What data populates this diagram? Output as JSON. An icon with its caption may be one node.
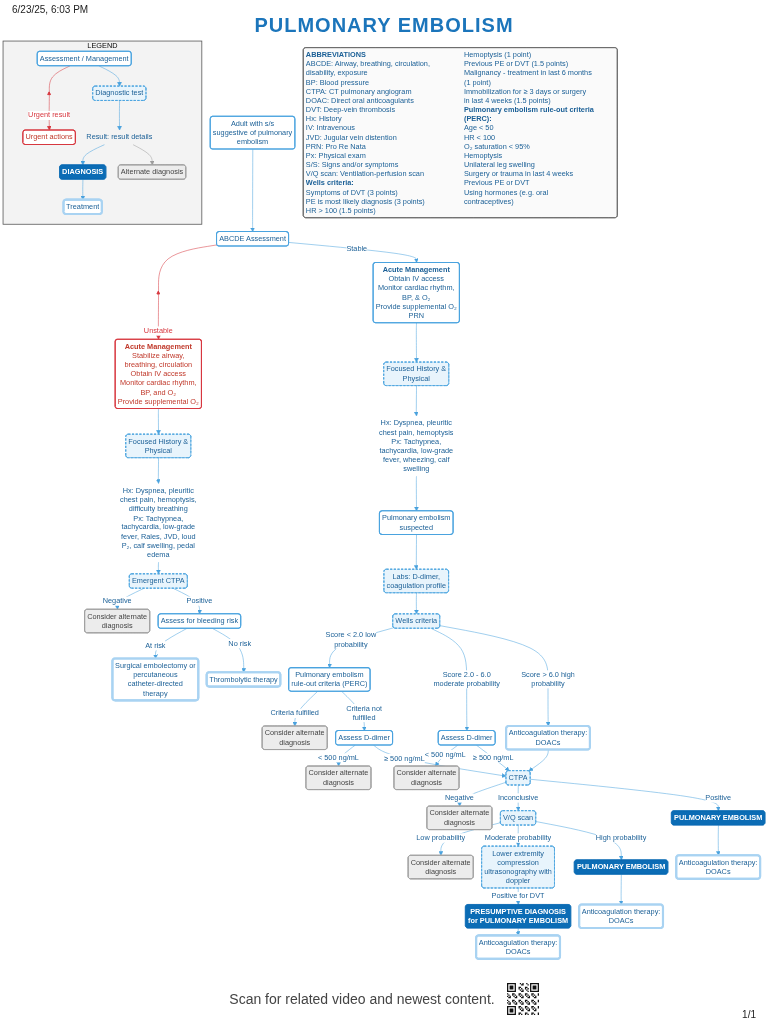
{
  "diagram": {
    "title": "PULMONARY EMBOLISM",
    "nodes": [
      {
        "text": [
          "LEGEND"
        ]
      },
      {
        "text": [
          "Assessment / Management"
        ],
        "in": 0
      },
      {
        "text": [],
        "shape": "triangle",
        "in": 0
      },
      {
        "text": [
          "Urgent actions"
        ],
        "in": 0
      },
      {
        "text": [
          "Diagnostic test"
        ],
        "in": 0
      },
      {
        "text": [
          "Result: result details"
        ],
        "in": 0
      },
      {
        "text": [
          "DIAGNOSIS"
        ],
        "in": 0
      },
      {
        "text": [
          "Alternate diagnosis"
        ],
        "in": 0
      },
      {
        "text": [
          "Treatment"
        ],
        "in": 0
      },
      {
        "text": [
          "Adult with s/s suggestive of pulmonary embolism"
        ]
      },
      {
        "text": [
          "ABCDE Assessment"
        ]
      },
      {
        "text": [],
        "shape": "triangle"
      },
      {
        "text": [
          "Acute Management",
          "Stabilize airway, breathing, circulation",
          "Obtain IV access",
          "Monitor cardiac rhythm, BP, and O₂",
          "Provide supplemental O₂"
        ]
      },
      {
        "text": [
          "Acute Management",
          "Obtain IV access",
          "Monitor cardiac rhythm, BP, & O₂",
          "Provide supplemental O₂ PRN"
        ]
      },
      {
        "text": [
          "Focused History & Physical"
        ]
      },
      {
        "text": [
          "Focused History & Physical"
        ]
      },
      {
        "text": [
          "Hx: Dyspnea, pleuritic chest pain, hemoptysis, difficulty breathing",
          "Px: Tachypnea, tachycardia, low-grade fever, Rales, JVD, loud P₂, calf swelling, pedal edema"
        ]
      },
      {
        "text": [
          "Hx: Dyspnea, pleuritic chest pain, hemoptysis",
          "Px: Tachypnea, tachycardia, low-grade fever, wheezing, calf swelling"
        ]
      },
      {
        "text": [
          "Emergent CTPA"
        ]
      },
      {
        "text": [
          "Pulmonary embolism suspected"
        ]
      },
      {
        "text": [
          "Consider alternate diagnosis"
        ]
      },
      {
        "text": [
          "Assess for bleeding risk"
        ]
      },
      {
        "text": [
          "Labs: D-dimer, coagulation profile"
        ]
      },
      {
        "text": [
          "Wells criteria"
        ]
      },
      {
        "text": [
          "Surgical embolectomy or percutaneous catheter-directed therapy"
        ]
      },
      {
        "text": [
          "Thrombolytic therapy"
        ]
      },
      {
        "text": [
          "Pulmonary embolism rule-out criteria (PERC)"
        ]
      },
      {
        "text": [
          "Assess D-dimer"
        ]
      },
      {
        "text": [
          "Anticoagulation therapy: DOACs"
        ]
      },
      {
        "text": [
          "Consider alternate diagnosis"
        ]
      },
      {
        "text": [
          "Assess D-dimer"
        ]
      },
      {
        "text": [
          "Consider alternate diagnosis"
        ]
      },
      {
        "text": [
          "Consider alternate diagnosis"
        ]
      },
      {
        "text": [
          "CTPA"
        ]
      },
      {
        "text": [
          "Consider alternate diagnosis"
        ]
      },
      {
        "text": [
          "PULMONARY EMBOLISM"
        ]
      },
      {
        "text": [
          "Anticoagulation therapy: DOACs"
        ]
      },
      {
        "text": [
          "V/Q scan"
        ]
      },
      {
        "text": [
          "Consider alternate diagnosis"
        ]
      },
      {
        "text": [
          "Lower extremity compression ultrasonography with doppler"
        ]
      },
      {
        "text": [
          "PULMONARY EMBOLISM"
        ]
      },
      {
        "text": [
          "Anticoagulation therapy: DOACs"
        ]
      },
      {
        "text": [
          "PRESUMPTIVE DIAGNOSIS for PULMONARY EMBOLISM"
        ]
      },
      {
        "text": [
          "Anticoagulation therapy: DOACs"
        ]
      },
      {
        "text": [
          "ABBREVIATIONS",
          "ABCDE: Airway, breathing, circulation, disability, exposure",
          "BP: Blood pressure",
          "CTPA: CT pulmonary angiogram",
          "DOAC: Direct oral anticoagulants",
          "DVT: Deep-vein thrombosis",
          "Hx: History",
          "IV: Intravenous",
          "JVD: Jugular vein distention",
          "PRN: Pro Re Nata",
          "Px: Physical exam",
          "S/S: Signs and/or symptoms",
          "V/Q scan: Ventilation-perfusion scan",
          "Wells criteria:",
          "Symptoms of DVT (3 points)",
          "PE is most likely diagnosis (3 points)",
          "HR > 100 (1.5 points)",
          "Hemoptysis (1 point)",
          "Previous PE or DVT (1.5 points)",
          "Malignancy - treatment in last 6 months (1 point)",
          "Immobilization for ≥ 3 days or surgery in last 4 weeks (1.5 points)",
          "Pulmonary embolism rule-out criteria (PERC):",
          "Age < 50",
          "HR < 100",
          "O₂ saturation < 95%",
          "Hemoptysis",
          "Unilateral leg swelling",
          "Surgery or trauma in last 4 weeks",
          "Previous PE or DVT",
          "Using hormones (e.g. oral contraceptives)"
        ]
      }
    ],
    "edges": [
      {
        "from": 1,
        "to": 2,
        "arrow": "none",
        "color": "#d7373f"
      },
      {
        "from": 2,
        "to": 3,
        "arrow": "to",
        "label": "Urgent result",
        "color": "#d7373f"
      },
      {
        "from": 1,
        "to": 4,
        "arrow": "to"
      },
      {
        "from": 4,
        "to": 5,
        "arrow": "to"
      },
      {
        "from": 5,
        "to": 6,
        "arrow": "to"
      },
      {
        "from": 5,
        "to": 7,
        "arrow": "to",
        "color": "#9e9e9e"
      },
      {
        "from": 6,
        "to": 8,
        "arrow": "to"
      },
      {
        "from": 9,
        "to": 10,
        "arrow": "to"
      },
      {
        "from": 10,
        "to": 11,
        "arrow": "none",
        "color": "#d7373f"
      },
      {
        "from": 11,
        "to": 12,
        "arrow": "to",
        "label": "Unstable",
        "color": "#d7373f"
      },
      {
        "from": 10,
        "to": 13,
        "arrow": "to",
        "label": "Stable"
      },
      {
        "from": 13,
        "to": 15,
        "arrow": "to"
      },
      {
        "from": 15,
        "to": 17,
        "arrow": "to"
      },
      {
        "from": 17,
        "to": 19,
        "arrow": "to"
      },
      {
        "from": 19,
        "to": 22,
        "arrow": "to"
      },
      {
        "from": 22,
        "to": 23,
        "arrow": "to"
      },
      {
        "from": 23,
        "to": 26,
        "arrow": "to",
        "label": "Score < 2.0 low probability"
      },
      {
        "from": 23,
        "to": 27,
        "arrow": "to",
        "label": "Score 2.0 - 6.0 moderate probability"
      },
      {
        "from": 23,
        "to": 28,
        "arrow": "to",
        "label": "Score > 6.0 high probability"
      },
      {
        "from": 26,
        "to": 29,
        "arrow": "to",
        "label": "Criteria fulfilled"
      },
      {
        "from": 26,
        "to": 30,
        "arrow": "to",
        "label": "Criteria not fulfilled"
      },
      {
        "from": 30,
        "to": 32,
        "arrow": "to",
        "label": "< 500 ng/mL"
      },
      {
        "from": 30,
        "to": 33,
        "arrow": "to",
        "label": "≥ 500 ng/mL"
      },
      {
        "from": 27,
        "to": 31,
        "arrow": "to",
        "label": "< 500 ng/mL"
      },
      {
        "from": 27,
        "to": 33,
        "arrow": "to",
        "label": "≥ 500 ng/mL"
      },
      {
        "from": 28,
        "to": 33,
        "arrow": "to"
      },
      {
        "from": 33,
        "to": 34,
        "arrow": "to",
        "label": "Negative"
      },
      {
        "from": 33,
        "to": 37,
        "arrow": "to",
        "label": "Inconclusive"
      },
      {
        "from": 33,
        "to": 35,
        "arrow": "to",
        "label": "Positive"
      },
      {
        "from": 35,
        "to": 36,
        "arrow": "to"
      },
      {
        "from": 37,
        "to": 38,
        "arrow": "to",
        "label": "Low probability"
      },
      {
        "from": 37,
        "to": 39,
        "arrow": "to",
        "label": "Moderate probability"
      },
      {
        "from": 37,
        "to": 40,
        "arrow": "to",
        "label": "High probability"
      },
      {
        "from": 40,
        "to": 41,
        "arrow": "to"
      },
      {
        "from": 39,
        "to": 42,
        "arrow": "to",
        "label": "Positive for DVT"
      },
      {
        "from": 42,
        "to": 43,
        "arrow": "to"
      },
      {
        "from": 12,
        "to": 14,
        "arrow": "to"
      },
      {
        "from": 14,
        "to": 16,
        "arrow": "to"
      },
      {
        "from": 16,
        "to": 18,
        "arrow": "to"
      },
      {
        "from": 18,
        "to": 20,
        "arrow": "to",
        "label": "Negative"
      },
      {
        "from": 18,
        "to": 21,
        "arrow": "to",
        "label": "Positive"
      },
      {
        "from": 21,
        "to": 24,
        "arrow": "to",
        "label": "At risk"
      },
      {
        "from": 21,
        "to": 25,
        "arrow": "to",
        "label": "No risk"
      }
    ],
    "labels": [
      "6/23/25, 6:03 PM",
      "Scan for related video and newest content.",
      "1/1"
    ]
  }
}
